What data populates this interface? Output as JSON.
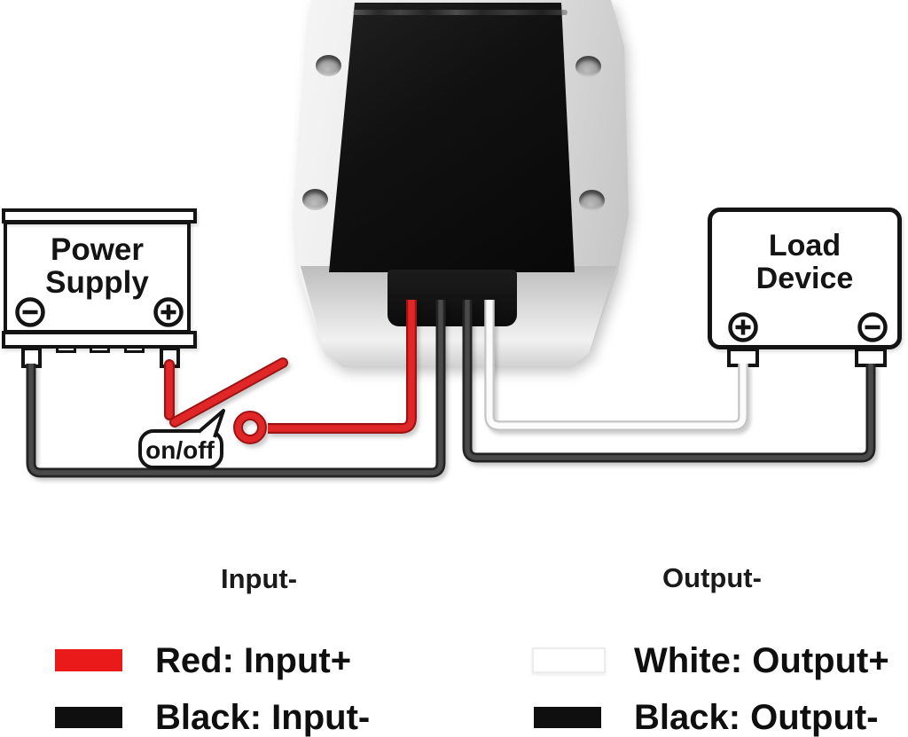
{
  "power_supply": {
    "line1": "Power",
    "line2": "Supply",
    "left_terminal": "minus",
    "right_terminal": "plus"
  },
  "load_device": {
    "line1": "Load",
    "line2": "Device",
    "left_terminal": "plus",
    "right_terminal": "minus"
  },
  "switch": {
    "label": "on/off"
  },
  "wire_labels": {
    "input_minus": "Input-",
    "output_minus": "Output-"
  },
  "legend": {
    "left": [
      {
        "color": "#eb1a1a",
        "label": "Red: Input+"
      },
      {
        "color": "#0f0f0f",
        "label": "Black: Input-"
      }
    ],
    "right": [
      {
        "color": "#ffffff",
        "label": "White: Output+"
      },
      {
        "color": "#0f0f0f",
        "label": "Black: Output-"
      }
    ]
  },
  "colors": {
    "red_core": "#e02626",
    "red_edge": "#9e1414",
    "black_core": "#4a4a4a",
    "black_edge": "#232323",
    "white_core": "#fbfbfb",
    "white_edge": "#c4c4c4",
    "outline": "#141414"
  }
}
